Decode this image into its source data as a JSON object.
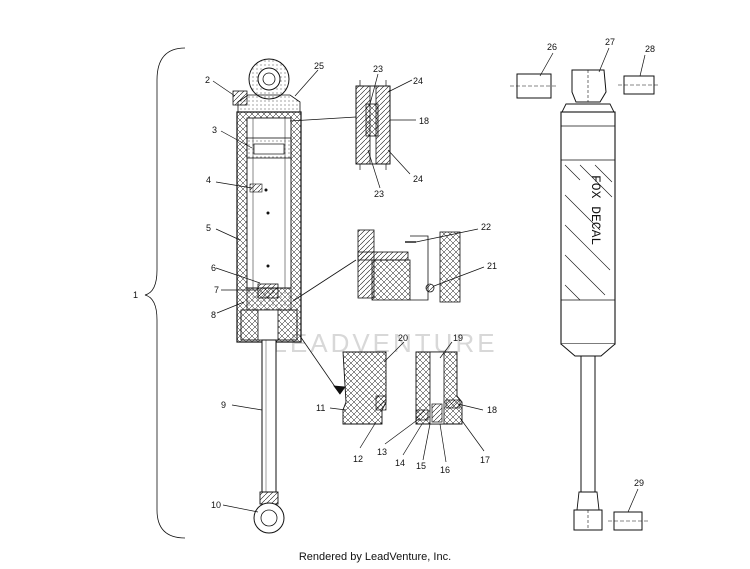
{
  "callouts": {
    "c1": "1",
    "c2": "2",
    "c3": "3",
    "c4": "4",
    "c5": "5",
    "c6": "6",
    "c7": "7",
    "c8": "8",
    "c9": "9",
    "c10": "10",
    "c11": "11",
    "c12": "12",
    "c13": "13",
    "c14": "14",
    "c15": "15",
    "c16": "16",
    "c17": "17",
    "c18a": "18",
    "c18b": "18",
    "c19": "19",
    "c20": "20",
    "c21": "21",
    "c22": "22",
    "c23a": "23",
    "c23b": "23",
    "c24a": "24",
    "c24b": "24",
    "c25": "25",
    "c26": "26",
    "c27": "27",
    "c28": "28",
    "c29": "29"
  },
  "watermark": "LEADVENTURE",
  "decal_text": "FOX DECAL",
  "footer": "Rendered by LeadVenture, Inc.",
  "colors": {
    "line": "#111111",
    "watermark": "#d8d8d8"
  }
}
